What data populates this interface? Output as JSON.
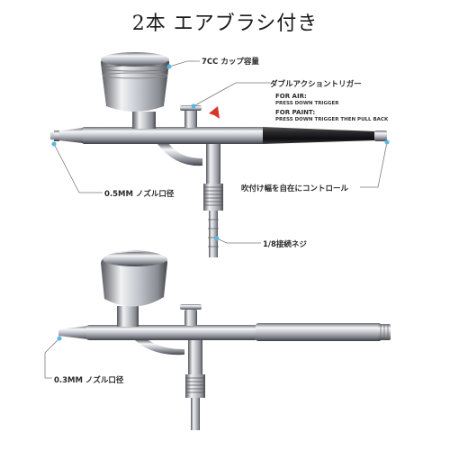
{
  "title": "2本 エアブラシ付き",
  "labels": {
    "cup_capacity": "7CC カップ容量",
    "double_action_trigger": "ダブルアクショントリガー",
    "for_air": "FOR AIR:",
    "for_air_desc": "PRESS DOWN TRIGGER",
    "for_paint": "FOR PAINT:",
    "for_paint_desc": "PRESS DOWN TRIGGER THEN PULL BACK",
    "nozzle_05": "0.5MM ノズル口径",
    "spray_width": "吹付け幅を自在にコントロール",
    "connector": "1/8接続ネジ",
    "nozzle_03": "0.3MM ノズル口径"
  },
  "colors": {
    "chrome_light": "#f4f4f6",
    "chrome_mid": "#b9bcc2",
    "chrome_dark": "#5e6168",
    "black_handle": "#1c1c1e",
    "callout_dot": "#57b7e4",
    "callout_line": "#7a7a7a",
    "trigger_red": "#d9342b"
  }
}
